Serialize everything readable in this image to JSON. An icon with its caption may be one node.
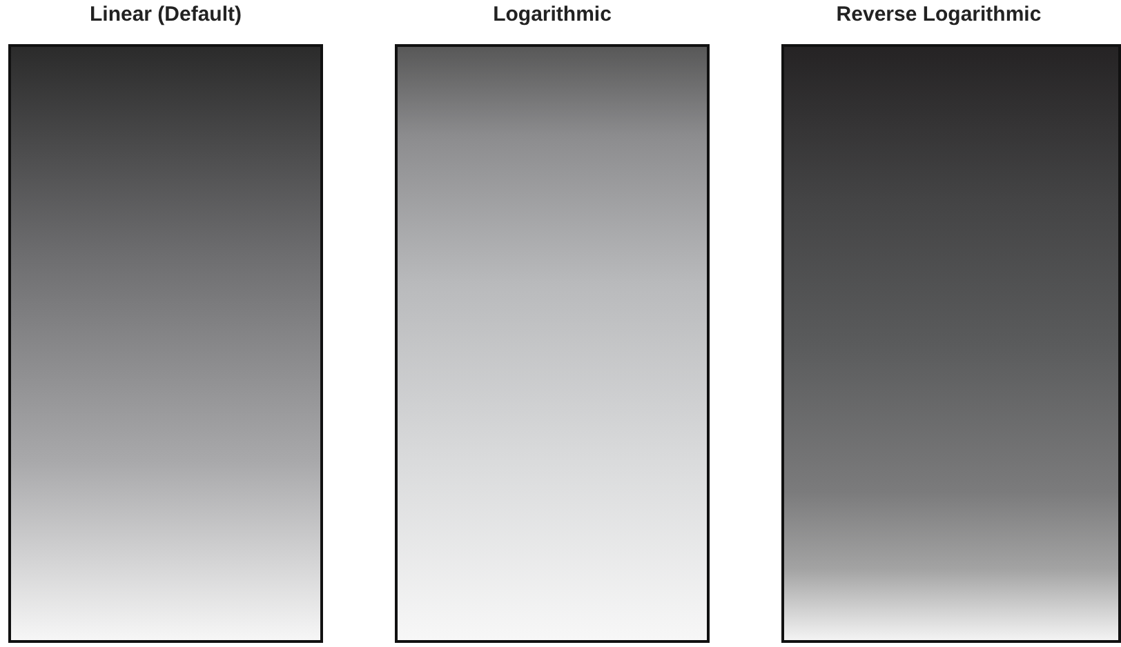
{
  "diagram": {
    "nodes": [
      {
        "text": [
          "Linear (Default)"
        ]
      },
      {
        "text": [
          "Logarithmic"
        ]
      },
      {
        "text": [
          "Reverse Logarithmic"
        ]
      }
    ]
  }
}
